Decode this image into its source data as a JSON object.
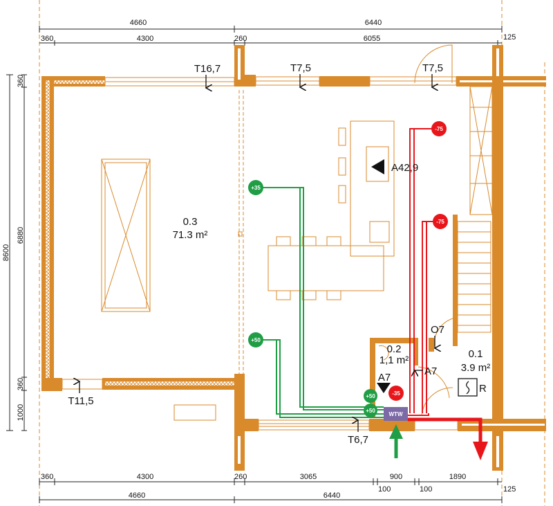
{
  "dimensions": {
    "top_overall": [
      "4660",
      "6440"
    ],
    "top_detail": [
      "360",
      "4300",
      "260",
      "6055",
      "125"
    ],
    "bottom_detail": [
      "360",
      "4300",
      "260",
      "3065",
      "900",
      "1890",
      "100",
      "100",
      "125"
    ],
    "bottom_overall": [
      "4660",
      "6440"
    ],
    "left_overall": "8600",
    "left_detail": [
      "360",
      "6880",
      "360",
      "1000"
    ]
  },
  "rooms": [
    {
      "number": "0.3",
      "area": "71.3 m²"
    },
    {
      "number": "0.2",
      "area": "1,1 m²"
    },
    {
      "number": "0.1",
      "area": "3.9 m²"
    }
  ],
  "openings": [
    "T16,7",
    "T7,5",
    "T7,5",
    "T11,5",
    "T6,7",
    "O7",
    "A7",
    "A7",
    "A42,9"
  ],
  "supply_points": [
    "+35",
    "+50",
    "+50",
    "+50"
  ],
  "exhaust_points": [
    "-75",
    "-75",
    "-35"
  ],
  "unit_label": "WTW",
  "symbol_label": "R",
  "colors": {
    "wall": "#d98a2b",
    "supply": "#1f9e45",
    "exhaust": "#e8161b",
    "unit": "#7b6aa6"
  }
}
